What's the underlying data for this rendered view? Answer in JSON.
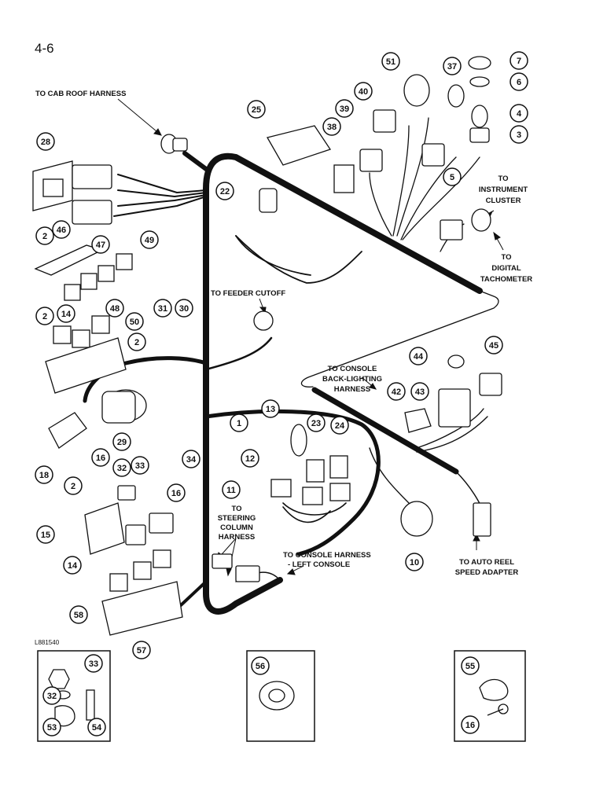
{
  "page_number": "4-6",
  "figure_ref": "L881540",
  "labels": {
    "cab_roof": "TO CAB ROOF HARNESS",
    "instrument_1": "TO",
    "instrument_2": "INSTRUMENT",
    "instrument_3": "CLUSTER",
    "tach_1": "TO",
    "tach_2": "DIGITAL",
    "tach_3": "TACHOMETER",
    "feeder": "TO FEEDER CUTOFF",
    "backlight_1": "TO CONSOLE",
    "backlight_2": "BACK-LIGHTING",
    "backlight_3": "HARNESS",
    "steering_1": "TO",
    "steering_2": "STEERING",
    "steering_3": "COLUMN",
    "steering_4": "HARNESS",
    "left_console_1": "TO CONSOLE HARNESS",
    "left_console_2": "- LEFT CONSOLE",
    "auto_reel_1": "TO AUTO REEL",
    "auto_reel_2": "SPEED ADAPTER"
  },
  "callouts": [
    "51",
    "37",
    "7",
    "6",
    "40",
    "4",
    "25",
    "39",
    "3",
    "38",
    "5",
    "28",
    "22",
    "2",
    "46",
    "47",
    "49",
    "31",
    "30",
    "48",
    "50",
    "2",
    "14",
    "2",
    "44",
    "45",
    "42",
    "43",
    "29",
    "16",
    "32",
    "33",
    "34",
    "13",
    "23",
    "24",
    "18",
    "2",
    "12",
    "11",
    "16",
    "15",
    "14",
    "10",
    "58",
    "57",
    "33",
    "32",
    "53",
    "54",
    "56",
    "55",
    "16",
    "1"
  ]
}
